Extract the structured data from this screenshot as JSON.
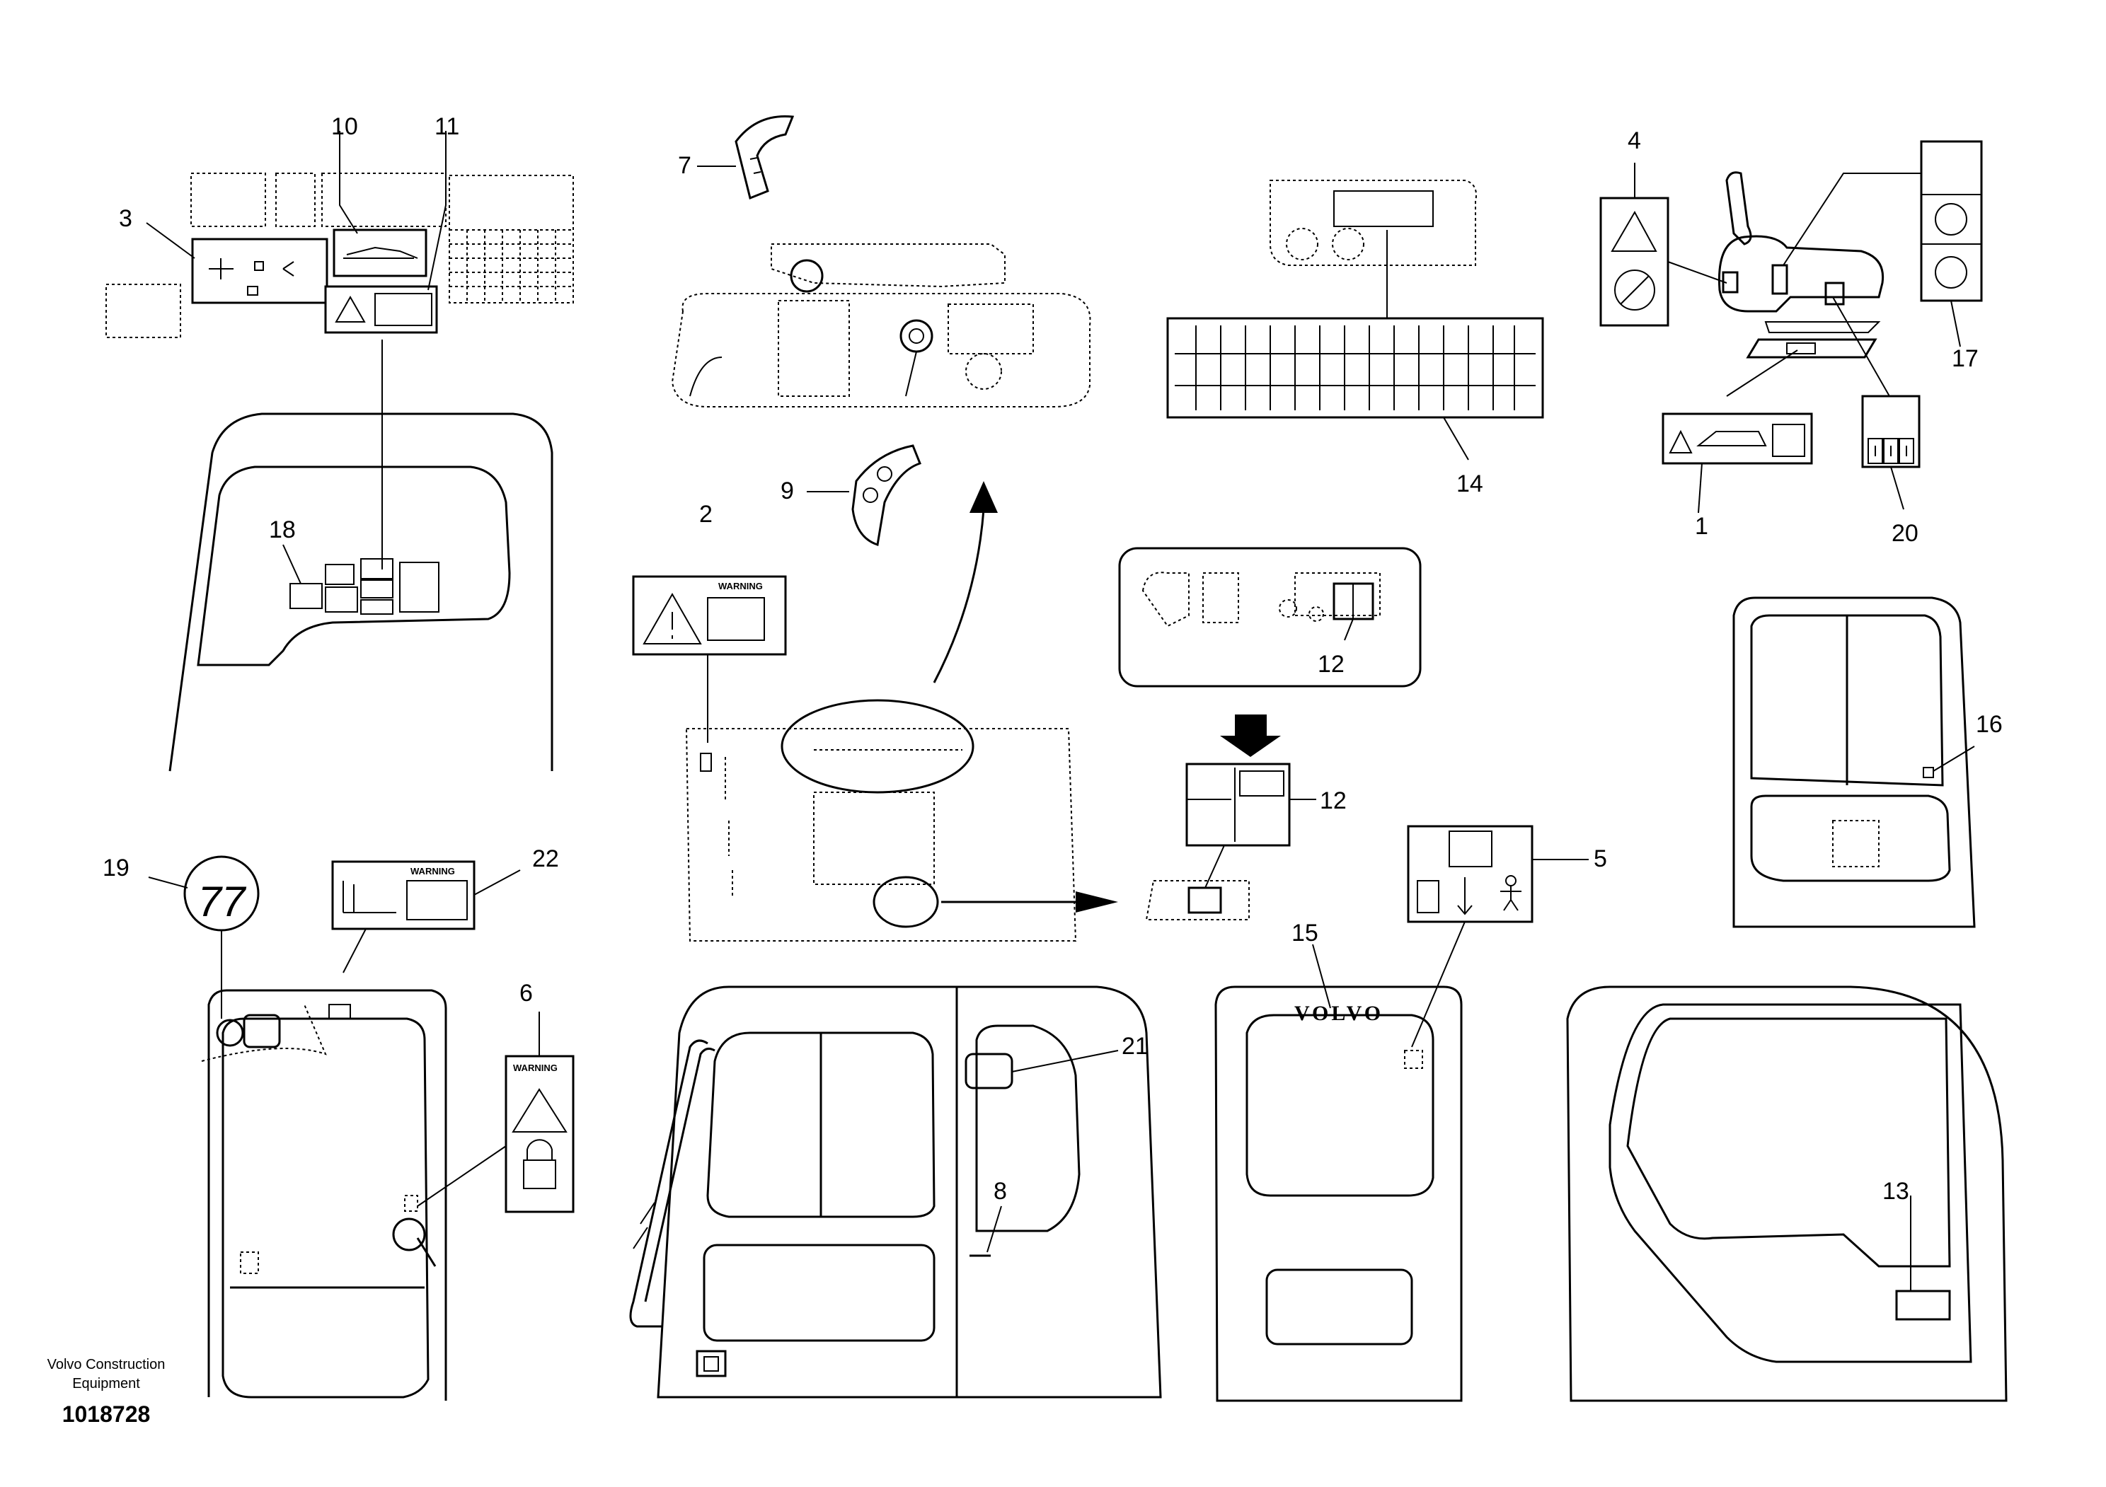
{
  "diagram": {
    "callouts": {
      "c1": "1",
      "c2": "2",
      "c3": "3",
      "c4": "4",
      "c5": "5",
      "c6": "6",
      "c7": "7",
      "c8": "8",
      "c9": "9",
      "c10": "10",
      "c11": "11",
      "c12a": "12",
      "c12b": "12",
      "c13": "13",
      "c14": "14",
      "c15": "15",
      "c16": "16",
      "c17": "17",
      "c18": "18",
      "c19": "19",
      "c20": "20",
      "c21": "21",
      "c22": "22"
    },
    "labels": {
      "warning": "WARNING",
      "brand": "VOLVO",
      "speed_sign": "77"
    },
    "footer": {
      "company_line1": "Volvo Construction",
      "company_line2": "Equipment",
      "drawing_number": "1018728"
    }
  }
}
